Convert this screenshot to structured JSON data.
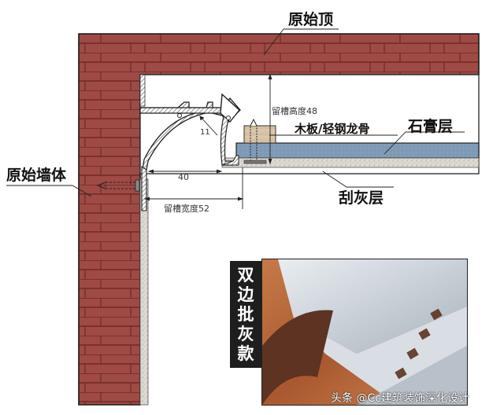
{
  "labels": {
    "original_ceiling": "原始顶",
    "original_wall": "原始墙体",
    "gypsum_layer": "石膏层",
    "wood_steel_keel": "木板/轻钢龙骨",
    "putty_layer": "刮灰层",
    "groove_height": "留槽高度48",
    "groove_width": "留槽宽度52",
    "dim_40": "40",
    "dim_11": "11"
  },
  "photo": {
    "side_tag_chars": [
      "双",
      "边",
      "批",
      "灰",
      "款"
    ],
    "watermark": "头条 @Cc建筑装饰深化设计"
  },
  "colors": {
    "brick": "#9e4a45",
    "mortar": "#6e2a26",
    "gypsum": "#7f9bb5",
    "putty": "#dcd8d0",
    "wood": "#d8c3a6",
    "profile_hatch": "#555555",
    "tag_bg": "#1e1e1e"
  }
}
